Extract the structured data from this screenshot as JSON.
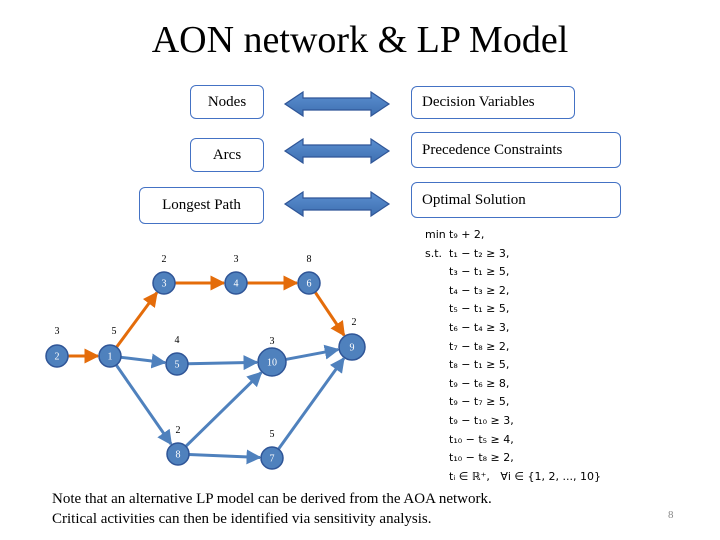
{
  "title": "AON network & LP Model",
  "mappings": [
    {
      "left": "Nodes",
      "right": "Decision Variables"
    },
    {
      "left": "Arcs",
      "right": "Precedence Constraints"
    },
    {
      "left": "Longest Path",
      "right": "Optimal Solution"
    }
  ],
  "colors": {
    "node_fill": "#4f81bd",
    "node_stroke": "#2f5597",
    "critical_arc": "#e46c0a",
    "normal_arc": "#4f81bd",
    "box_border": "#4472c4"
  },
  "network": {
    "nodes": [
      {
        "id": "2",
        "duration": "3"
      },
      {
        "id": "1",
        "duration": "5"
      },
      {
        "id": "3",
        "duration": "2"
      },
      {
        "id": "4",
        "duration": "3"
      },
      {
        "id": "6",
        "duration": "8"
      },
      {
        "id": "9",
        "duration": "2"
      },
      {
        "id": "5",
        "duration": "4"
      },
      {
        "id": "10",
        "duration": "3"
      },
      {
        "id": "8",
        "duration": "2"
      },
      {
        "id": "7",
        "duration": "5"
      }
    ],
    "arcs": [
      {
        "from": "2",
        "to": "1",
        "critical": true
      },
      {
        "from": "1",
        "to": "3",
        "critical": true
      },
      {
        "from": "3",
        "to": "4",
        "critical": true
      },
      {
        "from": "4",
        "to": "6",
        "critical": true
      },
      {
        "from": "6",
        "to": "9",
        "critical": true
      },
      {
        "from": "1",
        "to": "5",
        "critical": false
      },
      {
        "from": "5",
        "to": "10",
        "critical": false
      },
      {
        "from": "10",
        "to": "9",
        "critical": false
      },
      {
        "from": "1",
        "to": "8",
        "critical": false
      },
      {
        "from": "8",
        "to": "10",
        "critical": false
      },
      {
        "from": "8",
        "to": "7",
        "critical": false
      },
      {
        "from": "7",
        "to": "9",
        "critical": false
      }
    ]
  },
  "lp_model": [
    {
      "keyword": "min",
      "expr": "t₉ + 2,"
    },
    {
      "keyword": "s.t.",
      "expr": "t₁ − t₂ ≥ 3,"
    },
    {
      "keyword": "",
      "expr": "t₃ − t₁ ≥ 5,"
    },
    {
      "keyword": "",
      "expr": "t₄ − t₃ ≥ 2,"
    },
    {
      "keyword": "",
      "expr": "t₅ − t₁ ≥ 5,"
    },
    {
      "keyword": "",
      "expr": "t₆ − t₄ ≥ 3,"
    },
    {
      "keyword": "",
      "expr": "t₇ − t₈ ≥ 2,"
    },
    {
      "keyword": "",
      "expr": "t₈ − t₁ ≥ 5,"
    },
    {
      "keyword": "",
      "expr": "t₉ − t₆ ≥ 8,"
    },
    {
      "keyword": "",
      "expr": "t₉ − t₇ ≥ 5,"
    },
    {
      "keyword": "",
      "expr": "t₉ − t₁₀ ≥ 3,"
    },
    {
      "keyword": "",
      "expr": "t₁₀ − t₅ ≥ 4,"
    },
    {
      "keyword": "",
      "expr": "t₁₀ − t₈ ≥ 2,"
    },
    {
      "keyword": "",
      "expr": "tᵢ ∈ ℝ⁺,   ∀i ∈ {1, 2, ..., 10}"
    }
  ],
  "note_lines": [
    "Note that an alternative LP model can be derived from the AOA network.",
    "Critical activities can then be identified via sensitivity analysis."
  ],
  "page_number": "8"
}
